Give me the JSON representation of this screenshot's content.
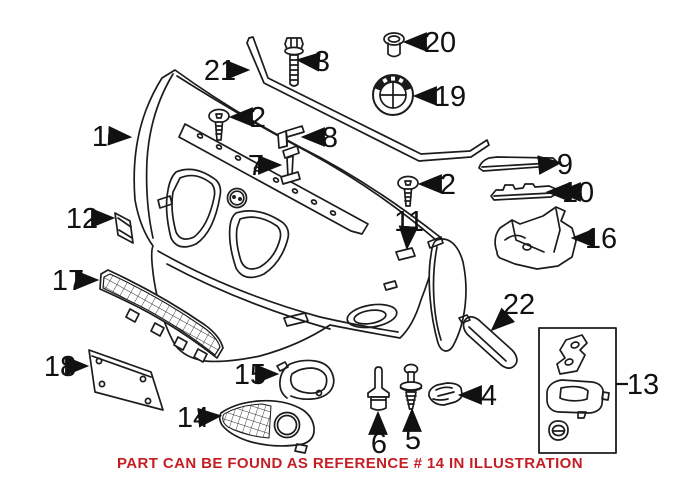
{
  "diagram": {
    "kind": "exploded-parts-illustration",
    "subject": "front bumper assembly",
    "background": "#ffffff",
    "line_color": "#1c1c1c"
  },
  "note": {
    "text": "PART CAN BE FOUND AS REFERENCE # 14 IN ILLUSTRATION",
    "color": "#c41e24"
  },
  "callouts": [
    {
      "label": "1"
    },
    {
      "label": "2"
    },
    {
      "label": "3"
    },
    {
      "label": "7"
    },
    {
      "label": "8"
    },
    {
      "label": "12"
    },
    {
      "label": "21"
    },
    {
      "label": "20"
    },
    {
      "label": "19"
    },
    {
      "label": "2"
    },
    {
      "label": "9"
    },
    {
      "label": "10"
    },
    {
      "label": "11"
    },
    {
      "label": "16"
    },
    {
      "label": "17"
    },
    {
      "label": "22"
    },
    {
      "label": "18"
    },
    {
      "label": "15"
    },
    {
      "label": "14"
    },
    {
      "label": "6"
    },
    {
      "label": "5"
    },
    {
      "label": "4"
    },
    {
      "label": "13"
    }
  ]
}
